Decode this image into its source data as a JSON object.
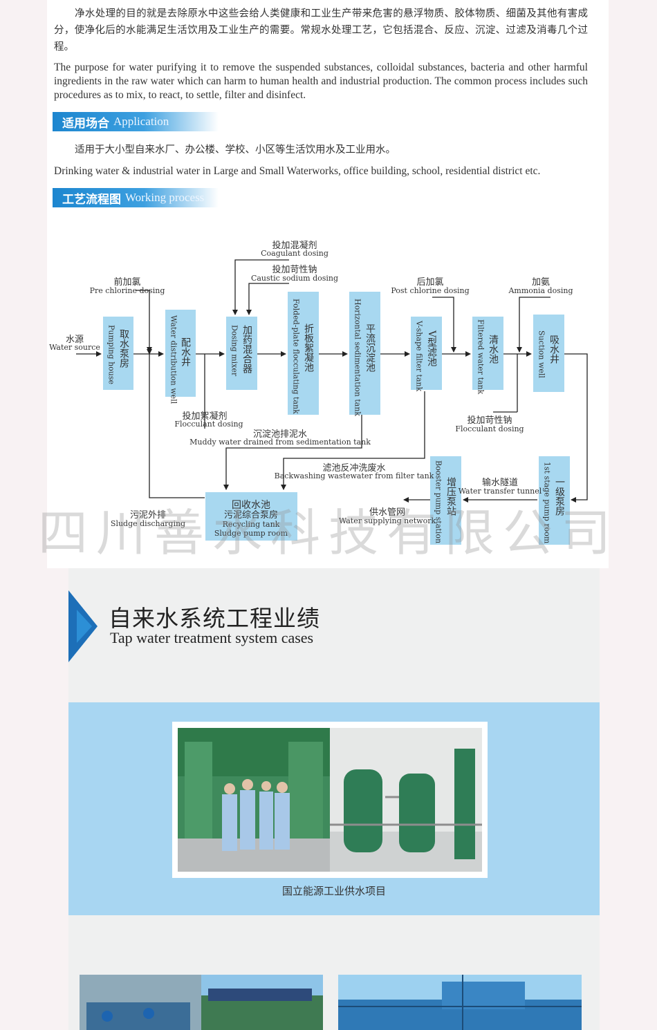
{
  "intro": {
    "cn": "净水处理的目的就是去除原水中这些会给人类健康和工业生产带来危害的悬浮物质、胶体物质、细菌及其他有害成分，使净化后的水能满足生活饮用及工业生产的需要。常规水处理工艺，它包括混合、反应、沉淀、过滤及消毒几个过程。",
    "en": "The purpose for water purifying it to remove the suspended substances, colloidal substances, bacteria and other harmful ingredients in the raw water which can harm to human health and industrial production. The common process includes such procedures as to mix, to react, to settle, filter and disinfect."
  },
  "application": {
    "heading_cn": "适用场合",
    "heading_en": "Application",
    "cn": "适用于大小型自来水厂、办公楼、学校、小区等生活饮用水及工业用水。",
    "en": "Drinking water & industrial water in Large and Small Waterworks, office building, school, residential district etc."
  },
  "process": {
    "heading_cn": "工艺流程图",
    "heading_en": "Working process",
    "box_color": "#a8d8f0",
    "nodes": [
      {
        "cn": "取水泵房",
        "en": "Pumping house"
      },
      {
        "cn": "配水井",
        "en": "Water distribution well"
      },
      {
        "cn": "加药混合器",
        "en": "Dosing mixer"
      },
      {
        "cn": "折板絮凝池",
        "en": "Folded-plate flocculating tank"
      },
      {
        "cn": "平流沉淀池",
        "en": "Horizontal sedimentation tank"
      },
      {
        "cn": "V型滤池",
        "en": "V-shape filter tank"
      },
      {
        "cn": "清水池",
        "en": "Filtered water tank"
      },
      {
        "cn": "吸水井",
        "en": "Suction well"
      },
      {
        "cn": "一级泵房",
        "en": "1st stage pump room"
      },
      {
        "cn": "增压泵站",
        "en": "Booster pump station"
      },
      {
        "cn": "回收水池",
        "cn2": "污泥综合泵房",
        "en": "Recycling tank",
        "en2": "Sludge pump room"
      }
    ],
    "labels": {
      "water_source": {
        "cn": "水源",
        "en": "Water source"
      },
      "coagulant": {
        "cn": "投加混凝剂",
        "en": "Coagulant dosing"
      },
      "caustic": {
        "cn": "投加苛性钠",
        "en": "Caustic sodium dosing"
      },
      "pre_chlorine": {
        "cn": "前加氯",
        "en": "Pre chlorine dosing"
      },
      "post_chlorine": {
        "cn": "后加氯",
        "en": "Post chlorine dosing"
      },
      "ammonia": {
        "cn": "加氨",
        "en": "Ammonia dosing"
      },
      "flocculant": {
        "cn": "投加絮凝剂",
        "en": "Flocculant dosing"
      },
      "flocculant2": {
        "cn": "投加苛性钠",
        "en": "Flocculant dosing"
      },
      "muddy": {
        "cn": "沉淀池排泥水",
        "en": "Muddy water drained from sedimentation tank"
      },
      "backwash": {
        "cn": "滤池反冲洗废水",
        "en": "Backwashing wastewater from filter tank"
      },
      "tunnel": {
        "cn": "输水隧道",
        "en": "Water transfer tunnel"
      },
      "network": {
        "cn": "供水管网",
        "en": "Water supplying network"
      },
      "sludge": {
        "cn": "污泥外排",
        "en": "Sludge discharging"
      }
    }
  },
  "watermark": "四川善水科技有限公司",
  "cases": {
    "title_cn": "自来水系统工程业绩",
    "title_en": "Tap water treatment system cases",
    "caption": "国立能源工业供水项目",
    "band_color": "#a8d6f2",
    "accent": "#1d6fb8"
  }
}
